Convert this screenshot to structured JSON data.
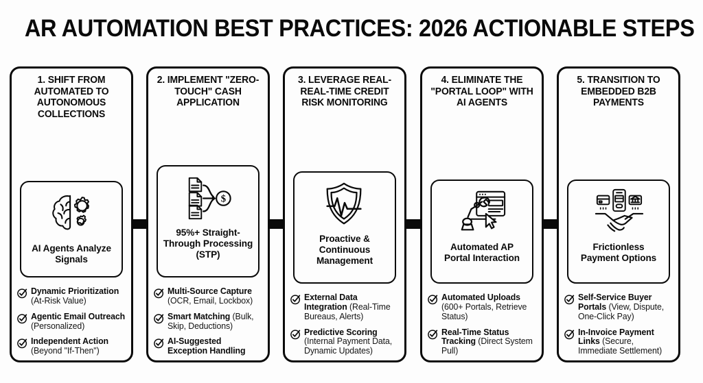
{
  "title": "AR AUTOMATION BEST PRACTICES: 2026 ACTIONABLE STEPS",
  "colors": {
    "ink": "#0a0a0a",
    "background": "#fdfdfd",
    "body_text": "#141414"
  },
  "steps": [
    {
      "heading": "1. SHIFT FROM AUTOMATED TO AUTONOMOUS COLLECTIONS",
      "icon_name": "brain-gears-icon",
      "icon_caption": "AI Agents Analyze Signals",
      "bullets": [
        {
          "bold": "Dynamic Prioritization",
          "rest": " (At-Risk Value)"
        },
        {
          "bold": "Agentic Email Outreach",
          "rest": " (Personalized)"
        },
        {
          "bold": "Independent Action",
          "rest": " (Beyond \"If-Then\")"
        }
      ]
    },
    {
      "heading": "2. IMPLEMENT \"ZERO-TOUCH\" CASH APPLICATION",
      "icon_name": "documents-to-dollar-icon",
      "icon_caption": "95%+ Straight-Through Processing (STP)",
      "bullets": [
        {
          "bold": "Multi-Source Capture",
          "rest": " (OCR, Email, Lockbox)"
        },
        {
          "bold": "Smart Matching",
          "rest": " (Bulk, Skip, Deductions)"
        },
        {
          "bold": "AI-Suggested Exception Handling",
          "rest": ""
        }
      ]
    },
    {
      "heading": "3. LEVERAGE REAL- REAL-TIME CREDIT RISK MONITORING",
      "icon_name": "shield-pulse-icon",
      "icon_caption": "Proactive & Continuous Management",
      "bullets": [
        {
          "bold": "External Data Integration",
          "rest": " (Real-Time Bureaus, Alerts)"
        },
        {
          "bold": "Predictive Scoring",
          "rest": " (Internal Payment Data, Dynamic Updates)"
        }
      ]
    },
    {
      "heading": "4. ELIMINATE THE \"PORTAL LOOP\" WITH AI AGENTS",
      "icon_name": "robot-arm-browser-cursor-icon",
      "icon_caption": "Automated AP Portal Interaction",
      "bullets": [
        {
          "bold": "Automated Uploads",
          "rest": " (600+ Portals, Retrieve Status)"
        },
        {
          "bold": "Real-Time Status Tracking",
          "rest": " (Direct System Pull)"
        }
      ]
    },
    {
      "heading": "5. TRANSITION TO EMBEDDED B2B PAYMENTS",
      "icon_name": "handshake-payments-icon",
      "icon_caption": "Frictionless Payment Options",
      "bullets": [
        {
          "bold": "Self-Service Buyer Portals",
          "rest": " (View, Dispute, One-Click Pay)"
        },
        {
          "bold": "In-Invoice Payment Links",
          "rest": " (Secure, Immediate Settlement)"
        }
      ]
    }
  ],
  "connectors": [
    {
      "name": "arrow-step1-to-step2"
    },
    {
      "name": "arrow-step2-to-step3"
    },
    {
      "name": "arrow-step3-to-step4"
    },
    {
      "name": "arrow-step4-to-step5"
    }
  ]
}
